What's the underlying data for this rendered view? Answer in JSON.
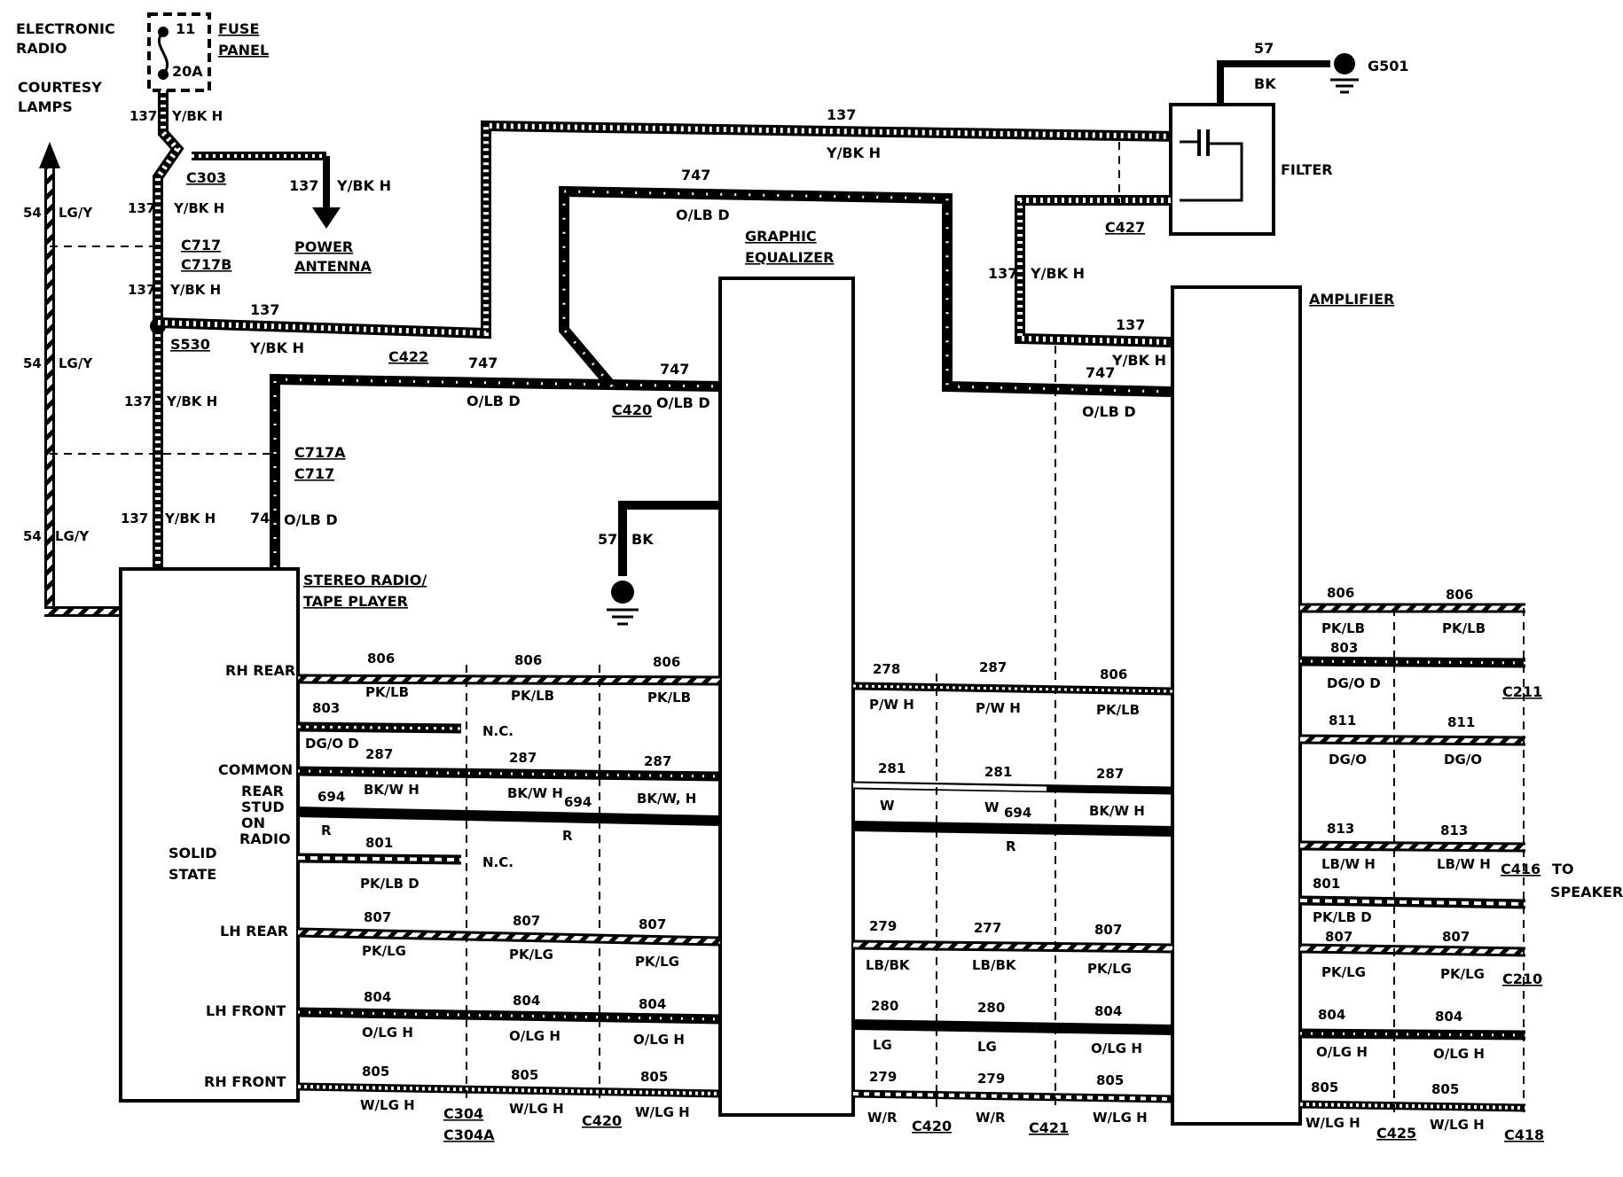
{
  "top_labels": {
    "electronic_radio": [
      "ELECTRONIC",
      "RADIO"
    ],
    "courtesy_lamps": [
      "COURTESY",
      "LAMPS"
    ],
    "fuse_panel": [
      "FUSE",
      "PANEL"
    ],
    "fuse_num": "11",
    "fuse_amp": "20A",
    "power_antenna": [
      "POWER",
      "ANTENNA"
    ],
    "filter": "FILTER",
    "amplifier": "AMPLIFIER",
    "graphic_equalizer": [
      "GRAPHIC",
      "EQUALIZER"
    ],
    "stereo": [
      "STEREO RADIO/",
      "TAPE PLAYER"
    ],
    "solid_state": [
      "SOLID",
      "STATE"
    ],
    "to_speakers": [
      "TO",
      "SPEAKERS"
    ],
    "g501": "G501",
    "nc": "N.C."
  },
  "radio_pins": {
    "rh_rear": "RH REAR",
    "common": "COMMON",
    "rear_stud": [
      "REAR",
      "STUD",
      "ON",
      "RADIO"
    ],
    "lh_rear": "LH REAR",
    "lh_front": "LH FRONT",
    "rh_front": "RH FRONT"
  },
  "connectors": {
    "c303": "C303",
    "c717": "C717",
    "c717b": "C717B",
    "s530": "S530",
    "c422": "C422",
    "c420": "C420",
    "c717a": "C717A",
    "c717_2": "C717",
    "c427": "C427",
    "c304": "C304",
    "c304a": "C304A",
    "c421": "C421",
    "c211": "C211",
    "c416": "C416",
    "c210": "C210",
    "c425": "C425",
    "c418": "C418"
  },
  "wires": {
    "w137": "137",
    "ybk_h": "Y/BK H",
    "w54": "54",
    "lgy": "LG/Y",
    "w747": "747",
    "olbd": "O/LB D",
    "w57": "57",
    "bk": "BK",
    "w806": "806",
    "pklb": "PK/LB",
    "w803": "803",
    "dgod": "DG/O D",
    "w287": "287",
    "bkwh": "BK/W H",
    "bkwh2": "BK/W, H",
    "w694": "694",
    "r": "R",
    "w801": "801",
    "pklbd": "PK/LB D",
    "w807": "807",
    "pklg": "PK/LG",
    "w804": "804",
    "olgh": "O/LG H",
    "w805": "805",
    "wlgh": "W/LG H",
    "w278": "278",
    "pwh": "P/W H",
    "w281": "281",
    "w": "W",
    "w279": "279",
    "lbbk": "LB/BK",
    "w277": "277",
    "w280": "280",
    "lg": "LG",
    "wr": "W/R",
    "w811": "811",
    "dgo": "DG/O",
    "w813": "813",
    "lbwh": "LB/W H"
  }
}
